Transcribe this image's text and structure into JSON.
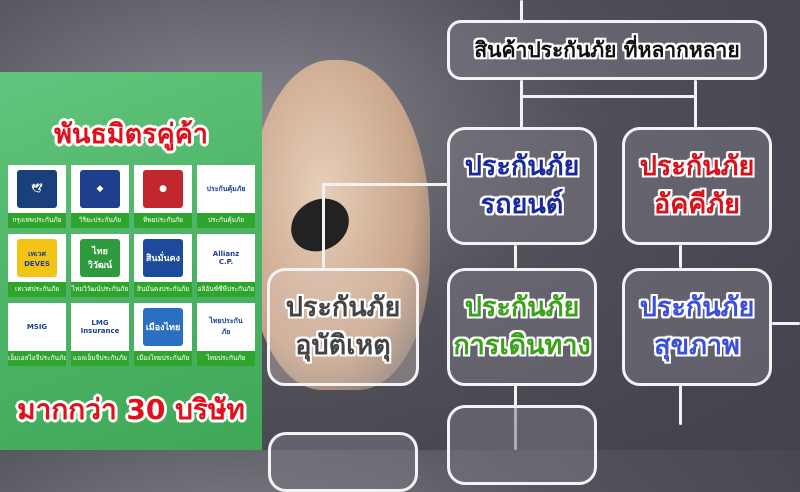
{
  "panel": {
    "title": "พันธมิตรคู่ค้า",
    "footer": "มากกว่า 30 บริษัท",
    "partners": [
      {
        "label": "กรุงเทพประกันภัย",
        "mark": "🕊",
        "color": "#1b3f7a"
      },
      {
        "label": "วิริยะประกันภัย",
        "mark": "◆",
        "color": "#1d3f8c"
      },
      {
        "label": "ทิพยประกันภัย",
        "mark": "●",
        "color": "#c0282d"
      },
      {
        "label": "ประกันคุ้มภัย",
        "mark": "ประกันคุ้มภัย",
        "color": "#ffffff"
      },
      {
        "label": "เทเวศประกันภัย",
        "mark": "เทเวศ DEVES",
        "color": "#f3c316"
      },
      {
        "label": "ไทยวิวัฒน์ประกันภัย",
        "mark": "ไทยวิวัฒน์",
        "color": "#2e9a3e"
      },
      {
        "label": "สินมั่นคงประกันภัย",
        "mark": "สินมั่นคง",
        "color": "#1d4a9a"
      },
      {
        "label": "อลิอันซ์ซีพีประกันภัย",
        "mark": "Allianz C.P.",
        "color": "#ffffff"
      },
      {
        "label": "เอ็มเอสไอจีประกันภัย",
        "mark": "MSIG",
        "color": "#ffffff"
      },
      {
        "label": "แอลเอ็มจีประกันภัย",
        "mark": "LMG Insurance",
        "color": "#ffffff"
      },
      {
        "label": "เมืองไทยประกันภัย",
        "mark": "เมืองไทย",
        "color": "#2a6fc2"
      },
      {
        "label": "ไทยประกันภัย",
        "mark": "ไทยประกันภัย",
        "color": "#ffffff"
      }
    ]
  },
  "flowchart": {
    "top": "สินค้าประกันภัย ที่หลากหลาย",
    "boxes": [
      {
        "line1": "ประกันภัย",
        "line2": "รถยนต์",
        "color": "#1a2a9a"
      },
      {
        "line1": "ประกันภัย",
        "line2": "อัคคีภัย",
        "color": "#d6121c"
      },
      {
        "line1": "ประกันภัย",
        "line2": "อุบัติเหตุ",
        "color": "#444444"
      },
      {
        "line1": "ประกันภัย",
        "line2": "การเดินทาง",
        "color": "#3aa21a"
      },
      {
        "line1": "ประกันภัย",
        "line2": "สุขภาพ",
        "color": "#3b4fd8"
      }
    ]
  }
}
